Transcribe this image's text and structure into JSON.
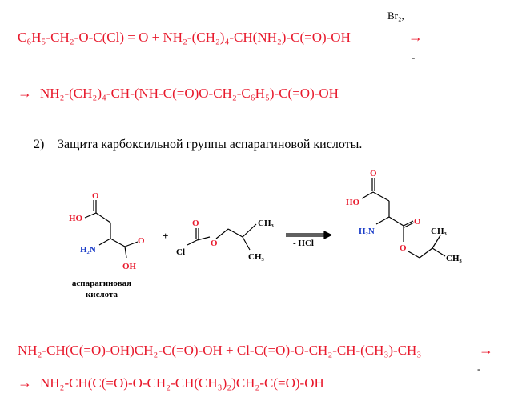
{
  "reaction1": {
    "reagent_above": "Br₂,",
    "condition_below": "-",
    "left": "C₆H₅-CH₂-O-C(Cl) = O  +  NH₂-(CH₂)₄-CH(NH₂)-C(=O)-OH",
    "arrow": "→"
  },
  "reaction1_product": {
    "arrow": "→",
    "text": "NH₂-(CH₂)₄-CH-(NH-C(=O)O-CH₂-C₆H₅)-C(=O)-OH"
  },
  "section2": {
    "number": "2)",
    "title": "Защита карбоксильной группы аспарагиновой кислоты."
  },
  "scheme": {
    "asp_labels": {
      "o_top": "O",
      "ho": "HO",
      "o_right": "O",
      "nh2": "H₂N",
      "oh": "OH"
    },
    "plus": "+",
    "chloroformate_labels": {
      "o_carbonyl": "O",
      "cl": "Cl",
      "o_ester": "O",
      "ch3_top": "CH₃",
      "ch3_bottom": "CH₃"
    },
    "arrow_label": "- HCl",
    "product_labels": {
      "o_top": "O",
      "ho": "HO",
      "nh2": "H₂N",
      "o_carbonyl": "O",
      "o_ester": "O",
      "ch3_top": "CH₃",
      "ch3_bottom": "CH₃"
    },
    "caption": [
      "аспарагиновая",
      "кислота"
    ]
  },
  "reaction3": {
    "left": "NH₂-CH(C(=O)-OH)CH₂-C(=O)-OH  +  Cl-C(=O)-O-CH₂-CH-(CH₃)-CH₃",
    "arrow": "→",
    "condition_below": "-"
  },
  "reaction3_product": {
    "arrow": "→",
    "text": "NH₂-CH(C(=O)-O-CH₂-CH(CH₃)₂)CH₂-C(=O)-OH"
  },
  "colors": {
    "formula": "#e8192c",
    "oxygen": "#e8192c",
    "nitrogen": "#1a3cc8"
  }
}
